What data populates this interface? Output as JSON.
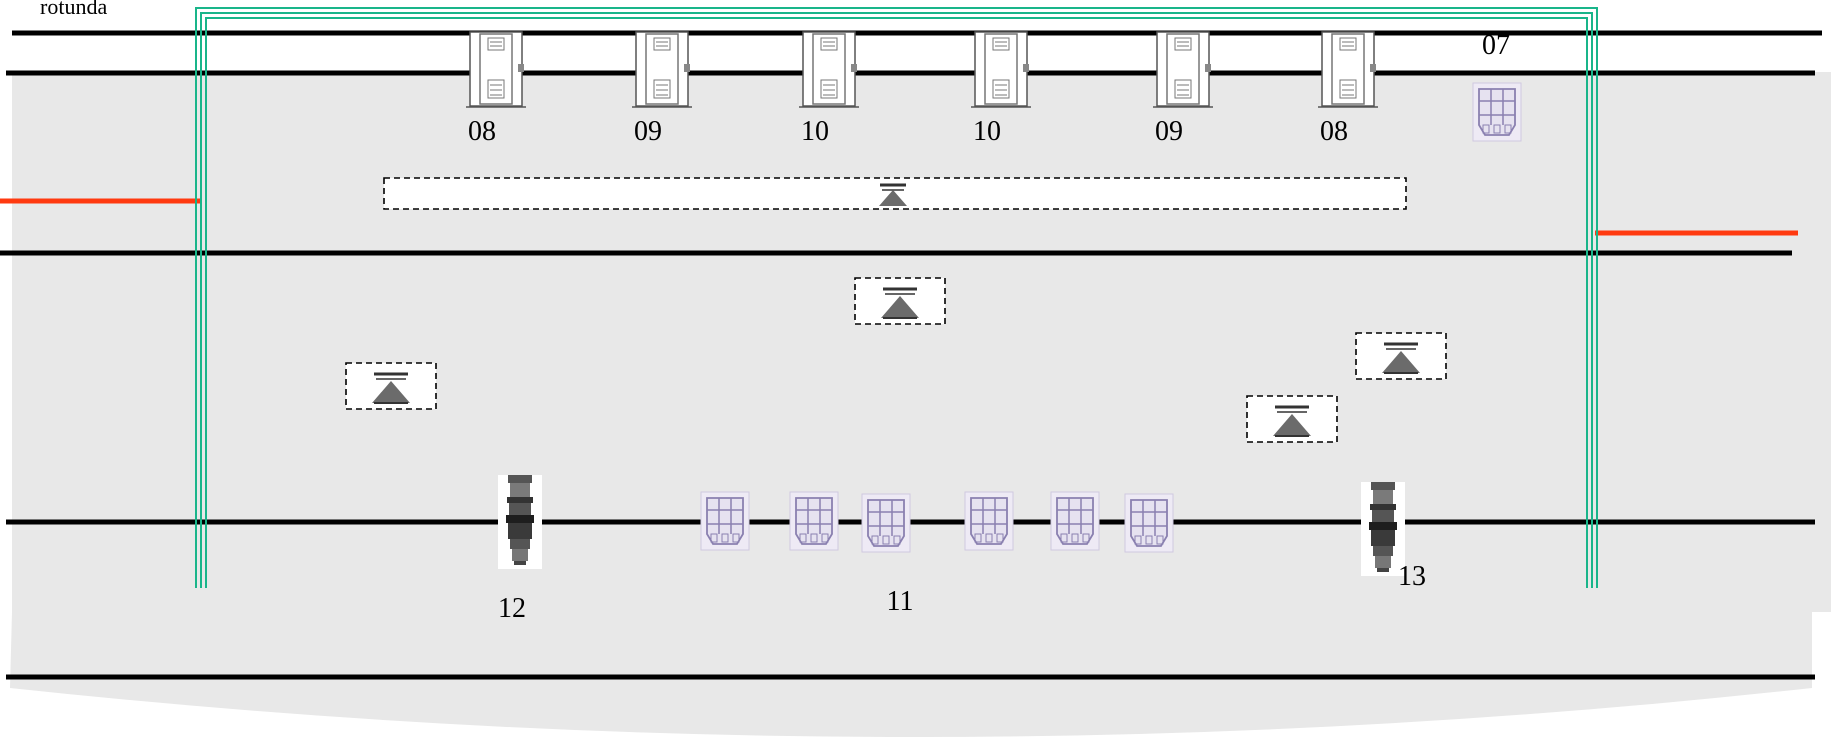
{
  "stage": {
    "corner_label": "rotunda",
    "colors": {
      "floor": "#e8e8e8",
      "truss": "#19b58a",
      "accent_line": "#ff3a10",
      "rail": "#000000"
    }
  },
  "fixtures": {
    "upper_row": [
      {
        "label": "08",
        "icon": "moving-head-icon"
      },
      {
        "label": "09",
        "icon": "moving-head-icon"
      },
      {
        "label": "10",
        "icon": "moving-head-icon"
      },
      {
        "label": "10",
        "icon": "moving-head-icon"
      },
      {
        "label": "09",
        "icon": "moving-head-icon"
      },
      {
        "label": "08",
        "icon": "moving-head-icon"
      }
    ],
    "corner_unit": {
      "label": "07",
      "icon": "led-wash-icon"
    },
    "floor_group": {
      "label": "11",
      "count": 6,
      "icon": "led-wash-icon"
    },
    "left_spot": {
      "label": "12",
      "icon": "profile-spot-icon"
    },
    "right_spot": {
      "label": "13",
      "icon": "profile-spot-icon"
    },
    "fog_units": {
      "count": 5,
      "icon": "fog-machine-icon"
    }
  }
}
